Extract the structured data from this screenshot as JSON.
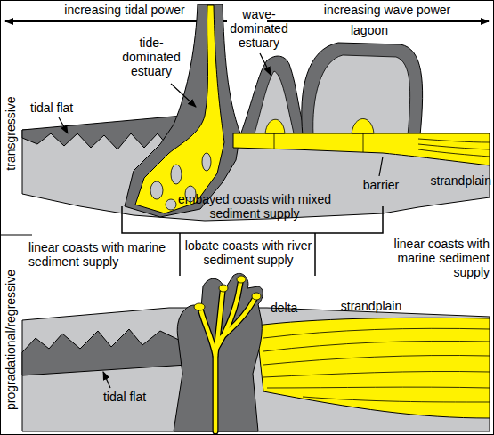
{
  "diagram": {
    "labels": [
      "increasing tidal power",
      "increasing wave power",
      "tide-dominated estuary",
      "wave-dominated estuary",
      "lagoon",
      "transgressive",
      "tidal flat",
      "barrier",
      "strandplain",
      "embayed coasts with mixed sediment supply",
      "linear coasts with marine sediment supply",
      "lobate coasts with river sediment supply",
      "linear coasts with marine sediment supply",
      "progradational/regressive",
      "delta",
      "strandplain",
      "tidal flat"
    ]
  }
}
